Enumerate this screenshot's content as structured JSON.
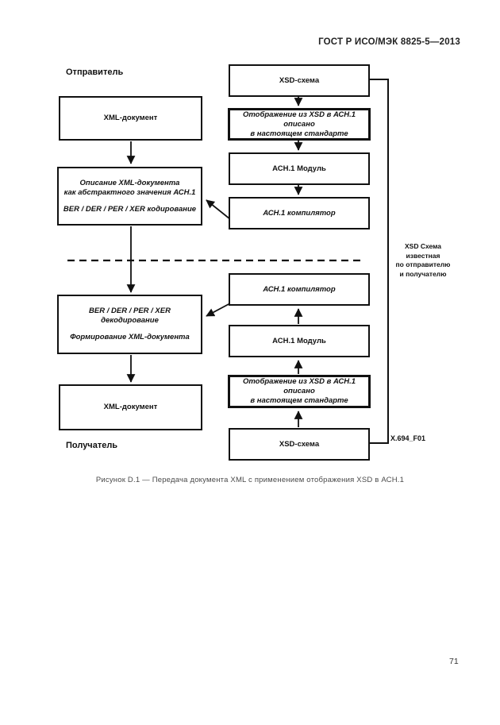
{
  "page": {
    "header": "ГОСТ Р ИСО/МЭК 8825-5—2013",
    "caption": "Рисунок D.1 — Передача документа XML с применением отображения XSD в АСН.1",
    "page_number": "71"
  },
  "diagram": {
    "sender_label": "Отправитель",
    "receiver_label": "Получатель",
    "left": {
      "xml_doc_top": "XML-документ",
      "encode_line1": "Описание XML-документа",
      "encode_line2": "как абстрактного значения АСН.1",
      "encode_line3": "BER / DER / PER / XER кодирование",
      "decode_line1": "BER / DER / PER / XER декодирование",
      "decode_line2": "Формирование XML-документа",
      "xml_doc_bottom": "XML-документ"
    },
    "right": {
      "xsd_schema_top": "XSD-схема",
      "mapping_top_line1": "Отображение из XSD в АСН.1 описано",
      "mapping_top_line2": "в настоящем стандарте",
      "asn_module_top": "АСН.1 Модуль",
      "asn_compiler_top": "АСН.1 компилятор",
      "asn_compiler_bottom": "АСН.1 компилятор",
      "asn_module_bottom": "АСН.1 Модуль",
      "mapping_bottom_line1": "Отображение из XSD в АСН.1 описано",
      "mapping_bottom_line2": "в настоящем стандарте",
      "xsd_schema_bottom": "XSD-схема"
    },
    "side_note_lines": {
      "0": "XSD Схема",
      "1": "известная",
      "2": "по отправителю",
      "3": "и получателю"
    },
    "figure_ref": "X.694_F01",
    "colors": {
      "line": "#111111",
      "background": "#ffffff"
    }
  }
}
